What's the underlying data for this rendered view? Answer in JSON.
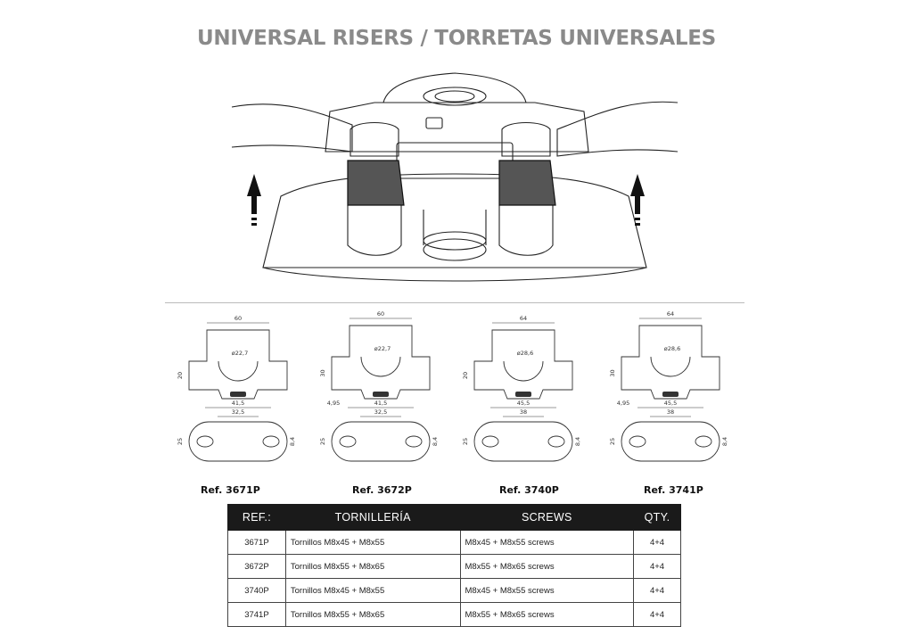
{
  "title": "UNIVERSAL RISERS / TORRETAS UNIVERSALES",
  "products": [
    {
      "ref": "Ref. 3671P",
      "top_width": "60",
      "height": "20",
      "bore": "ø22,7",
      "hole_spacing_outer": "41,5",
      "hole_spacing_inner": "32,5",
      "depth": "25",
      "hole_dia": "8,4",
      "offset": ""
    },
    {
      "ref": "Ref. 3672P",
      "top_width": "60",
      "height": "30",
      "bore": "ø22,7",
      "hole_spacing_outer": "41,5",
      "hole_spacing_inner": "32,5",
      "depth": "25",
      "hole_dia": "8,4",
      "offset": "4,95"
    },
    {
      "ref": "Ref. 3740P",
      "top_width": "64",
      "height": "20",
      "bore": "ø28,6",
      "hole_spacing_outer": "45,5",
      "hole_spacing_inner": "38",
      "depth": "25",
      "hole_dia": "8,4",
      "offset": ""
    },
    {
      "ref": "Ref. 3741P",
      "top_width": "64",
      "height": "30",
      "bore": "ø28,6",
      "hole_spacing_outer": "45,5",
      "hole_spacing_inner": "38",
      "depth": "25",
      "hole_dia": "8,4",
      "offset": "4,95"
    }
  ],
  "table": {
    "headers": [
      "REF.:",
      "TORNILLERÍA",
      "SCREWS",
      "QTY."
    ],
    "rows": [
      {
        "ref": "3671P",
        "tornilleria": "Tornillos M8x45 + M8x55",
        "screws": "M8x45 + M8x55 screws",
        "qty": "4+4"
      },
      {
        "ref": "3672P",
        "tornilleria": "Tornillos M8x55 + M8x65",
        "screws": "M8x55 + M8x65 screws",
        "qty": "4+4"
      },
      {
        "ref": "3740P",
        "tornilleria": "Tornillos M8x45 + M8x55",
        "screws": "M8x45 + M8x55 screws",
        "qty": "4+4"
      },
      {
        "ref": "3741P",
        "tornilleria": "Tornillos M8x55 + M8x65",
        "screws": "M8x55 + M8x65 screws",
        "qty": "4+4"
      }
    ]
  },
  "colors": {
    "title": "#8a8a8a",
    "riser_fill": "#555555",
    "header_bg": "#1a1a1a"
  }
}
